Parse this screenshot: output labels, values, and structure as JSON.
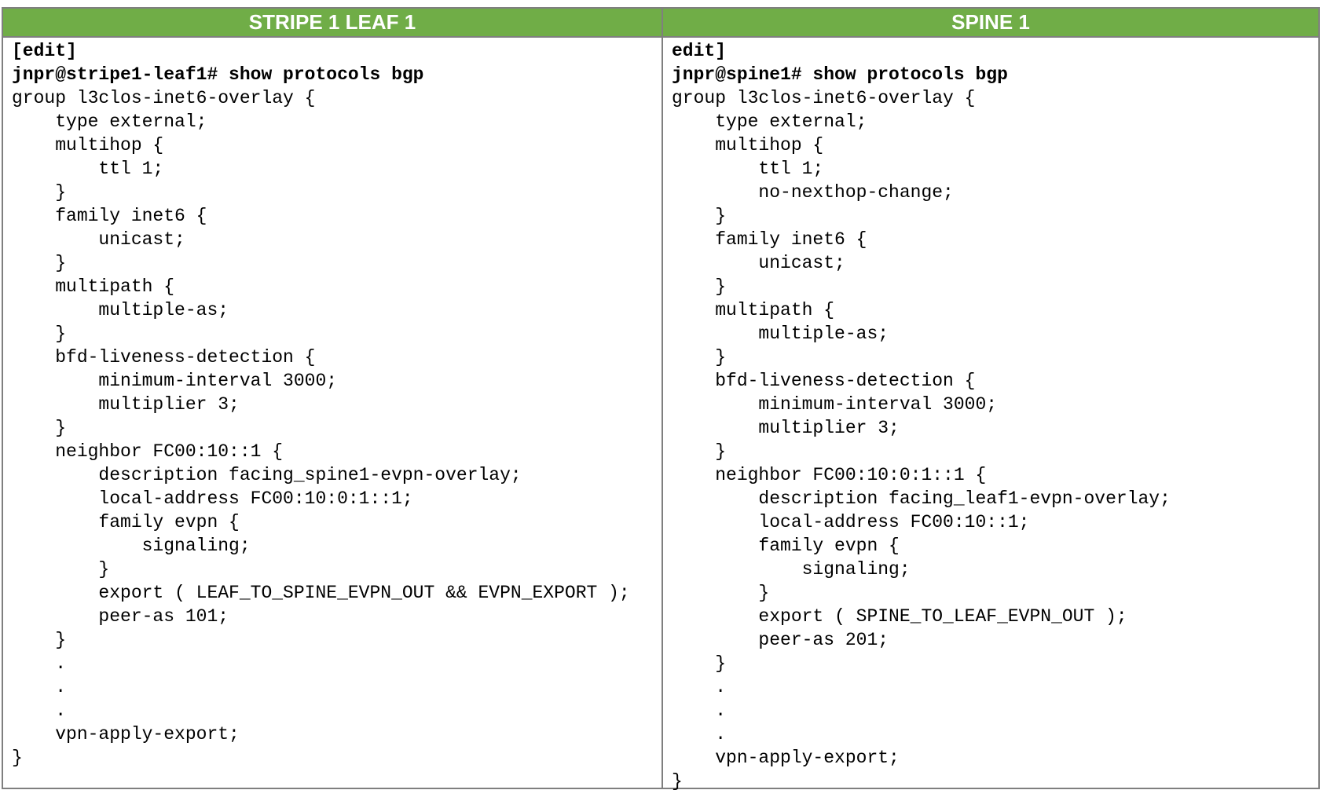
{
  "header_color": "#70ad47",
  "columns": [
    {
      "title": "STRIPE 1 LEAF 1",
      "prompt_lines": [
        "[edit]",
        "jnpr@stripe1-leaf1# show protocols bgp"
      ],
      "config_lines": [
        "group l3clos-inet6-overlay {",
        "    type external;",
        "    multihop {",
        "        ttl 1;",
        "    }",
        "    family inet6 {",
        "        unicast;",
        "    }",
        "    multipath {",
        "        multiple-as;",
        "    }",
        "    bfd-liveness-detection {",
        "        minimum-interval 3000;",
        "        multiplier 3;",
        "    }",
        "    neighbor FC00:10::1 {",
        "        description facing_spine1-evpn-overlay;",
        "        local-address FC00:10:0:1::1;",
        "        family evpn {",
        "            signaling;",
        "        }",
        "        export ( LEAF_TO_SPINE_EVPN_OUT && EVPN_EXPORT );",
        "        peer-as 101;",
        "    }",
        "    .",
        "    .",
        "    .",
        "    vpn-apply-export;",
        "}"
      ]
    },
    {
      "title": "SPINE 1",
      "prompt_lines": [
        "edit]",
        "jnpr@spine1# show protocols bgp"
      ],
      "config_lines": [
        "group l3clos-inet6-overlay {",
        "    type external;",
        "    multihop {",
        "        ttl 1;",
        "        no-nexthop-change;",
        "    }",
        "    family inet6 {",
        "        unicast;",
        "    }",
        "    multipath {",
        "        multiple-as;",
        "    }",
        "    bfd-liveness-detection {",
        "        minimum-interval 3000;",
        "        multiplier 3;",
        "    }",
        "    neighbor FC00:10:0:1::1 {",
        "        description facing_leaf1-evpn-overlay;",
        "        local-address FC00:10::1;",
        "        family evpn {",
        "            signaling;",
        "        }",
        "        export ( SPINE_TO_LEAF_EVPN_OUT );",
        "        peer-as 201;",
        "    }",
        "    .",
        "    .",
        "    .",
        "    vpn-apply-export;",
        "}"
      ]
    }
  ]
}
